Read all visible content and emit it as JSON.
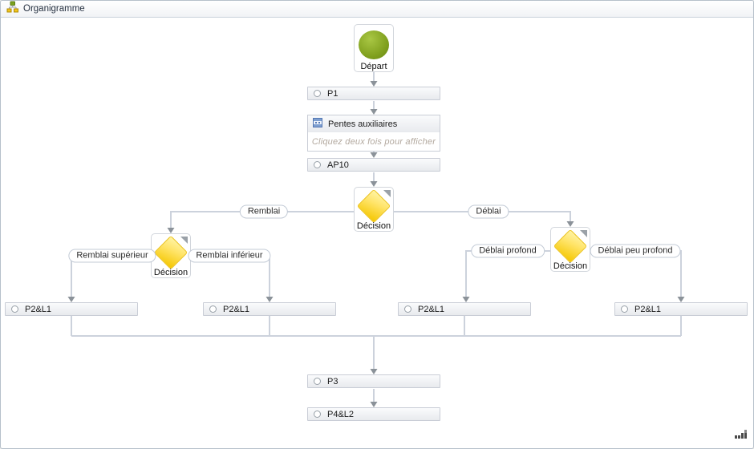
{
  "window": {
    "title": "Organigramme"
  },
  "flowchart": {
    "start": {
      "label": "Départ"
    },
    "p1": {
      "label": "P1"
    },
    "pentes": {
      "title": "Pentes auxiliaires",
      "hint": "Cliquez deux fois pour afficher"
    },
    "ap10": {
      "label": "AP10"
    },
    "decision_center": {
      "label": "Décision"
    },
    "decision_left": {
      "label": "Décision"
    },
    "decision_right": {
      "label": "Décision"
    },
    "p2l1_a": {
      "label": "P2&L1"
    },
    "p2l1_b": {
      "label": "P2&L1"
    },
    "p2l1_c": {
      "label": "P2&L1"
    },
    "p2l1_d": {
      "label": "P2&L1"
    },
    "p3": {
      "label": "P3"
    },
    "p4l2": {
      "label": "P4&L2"
    },
    "branch_labels": {
      "remblai": "Remblai",
      "deblai": "Déblai",
      "remblai_superieur": "Remblai supérieur",
      "remblai_inferieur": "Remblai inférieur",
      "deblai_profond": "Déblai profond",
      "deblai_peu_profond": "Déblai peu profond"
    }
  },
  "colors": {
    "start_node": "#80a01e",
    "decision_node": "#f5c700",
    "connector": "#ccd2dc",
    "arrowhead": "#8b9299"
  }
}
